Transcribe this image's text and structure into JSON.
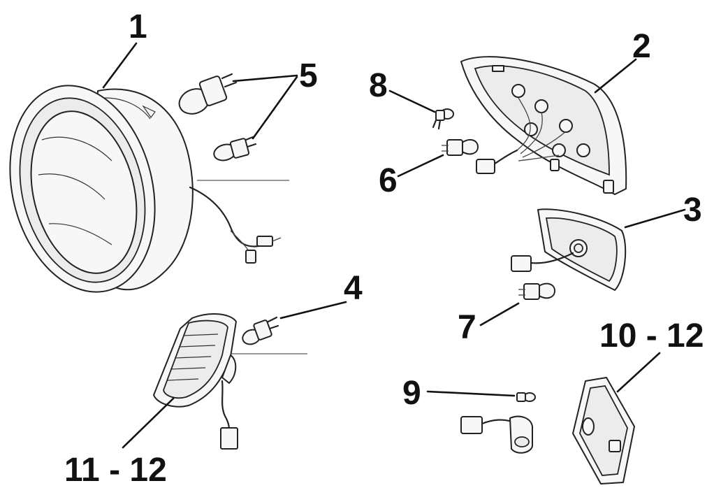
{
  "callouts": {
    "c1": "1",
    "c2": "2",
    "c3": "3",
    "c4": "4",
    "c5": "5",
    "c6": "6",
    "c7": "7",
    "c8": "8",
    "c9": "9",
    "c10_12": "10 - 12",
    "c11_12": "11 - 12"
  }
}
